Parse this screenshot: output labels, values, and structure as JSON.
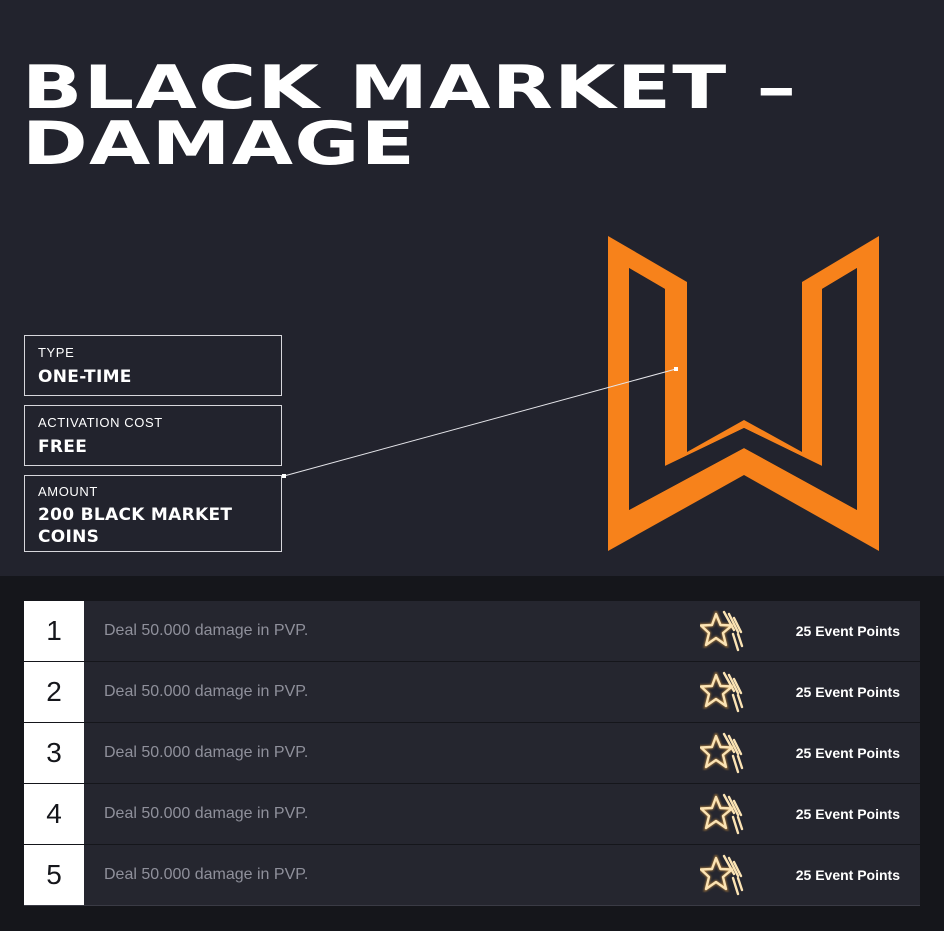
{
  "page": {
    "title_line1": "BLACK MARKET –",
    "title_line2": "DAMAGE"
  },
  "info": {
    "type_label": "TYPE",
    "type_value": "ONE-TIME",
    "cost_label": "ACTIVATION COST",
    "cost_value": "FREE",
    "amount_label": "AMOUNT",
    "amount_value_line1": "200 BLACK MARKET",
    "amount_value_line2": "COINS"
  },
  "logo": {
    "icon": "w-logo-icon",
    "color": "#f7821b"
  },
  "colors": {
    "background_top": "#22232d",
    "background_bottom": "#15161b",
    "row_background": "#25262f",
    "accent": "#f7821b",
    "star": "#f5a623"
  },
  "tasks": [
    {
      "number": "1",
      "description": "Deal 50.000 damage in PVP.",
      "reward_icon": "event-star-icon",
      "points": "25 Event Points"
    },
    {
      "number": "2",
      "description": "Deal 50.000 damage in PVP.",
      "reward_icon": "event-star-icon",
      "points": "25 Event Points"
    },
    {
      "number": "3",
      "description": "Deal 50.000 damage in PVP.",
      "reward_icon": "event-star-icon",
      "points": "25 Event Points"
    },
    {
      "number": "4",
      "description": "Deal 50.000 damage in PVP.",
      "reward_icon": "event-star-icon",
      "points": "25 Event Points"
    },
    {
      "number": "5",
      "description": "Deal 50.000 damage in PVP.",
      "reward_icon": "event-star-icon",
      "points": "25 Event Points"
    }
  ]
}
